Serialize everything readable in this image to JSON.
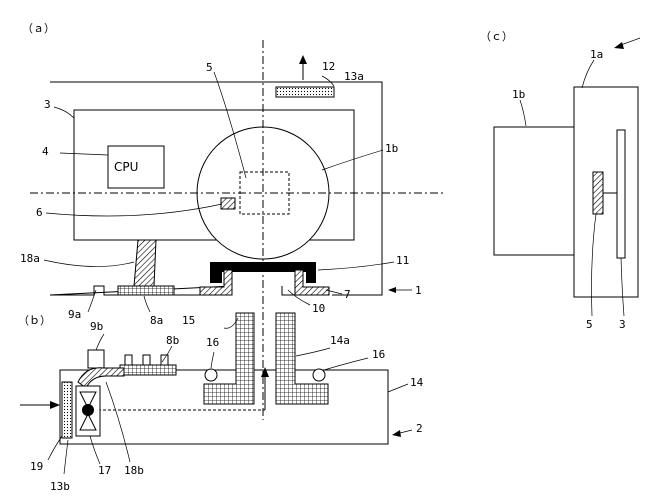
{
  "panels": {
    "a": "（ａ）",
    "b": "（ｂ）",
    "c": "（ｃ）"
  },
  "labels": {
    "cpu": "CPU",
    "n1": "1",
    "n1a": "1a",
    "n1b_a": "1b",
    "n1b_c": "1b",
    "n2": "2",
    "n3_a": "3",
    "n3_c": "3",
    "n4": "4",
    "n5_a": "5",
    "n5_c": "5",
    "n6": "6",
    "n7": "7",
    "n8a": "8a",
    "n8b": "8b",
    "n9a": "9a",
    "n9b": "9b",
    "n10": "10",
    "n11": "11",
    "n12": "12",
    "n13a": "13a",
    "n13b": "13b",
    "n14": "14",
    "n14a": "14a",
    "n15": "15",
    "n16a": "16",
    "n16b": "16",
    "n17": "17",
    "n18a": "18a",
    "n18b": "18b",
    "n19": "19"
  }
}
